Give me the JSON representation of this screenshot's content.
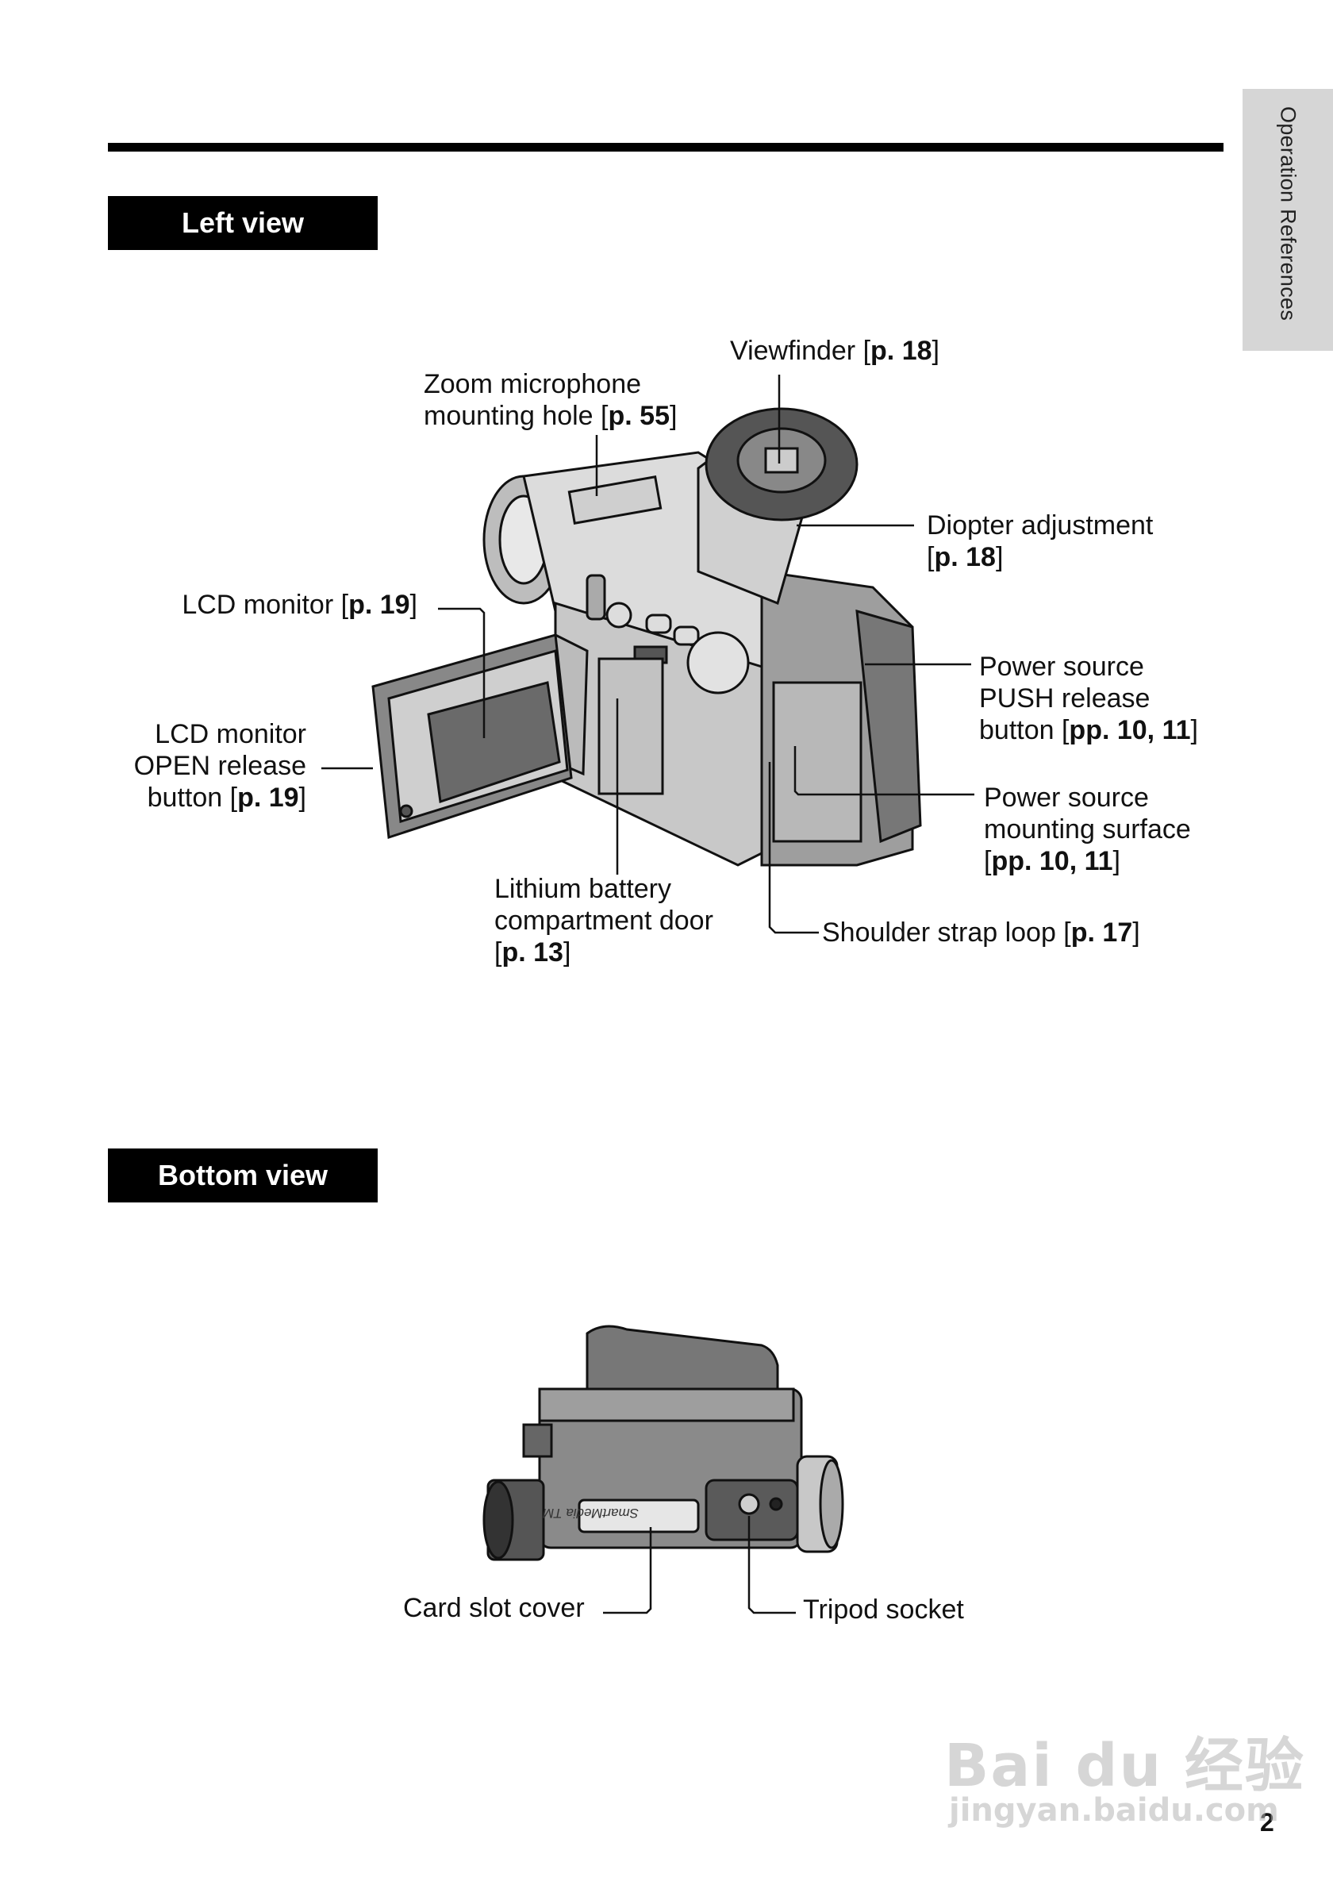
{
  "side_tab": "Operation References",
  "sections": {
    "left_view": "Left view",
    "bottom_view": "Bottom view"
  },
  "left_callouts": {
    "viewfinder": {
      "label": "Viewfinder [",
      "ref": "p. 18",
      "end": "]"
    },
    "zoom_mic_line1": "Zoom microphone",
    "zoom_mic_line2": {
      "label": "mounting hole [",
      "ref": "p. 55",
      "end": "]"
    },
    "diopter_line1": "Diopter adjustment",
    "diopter_line2": {
      "label": "[",
      "ref": "p. 18",
      "end": "]"
    },
    "lcd_monitor": {
      "label": "LCD monitor [",
      "ref": "p. 19",
      "end": "]"
    },
    "power_push_line1": "Power source",
    "power_push_line2": "PUSH release",
    "power_push_line3": {
      "label": "button [",
      "ref": "pp. 10, 11",
      "end": "]"
    },
    "lcd_open_line1": "LCD monitor",
    "lcd_open_line2": "OPEN release",
    "lcd_open_line3": {
      "label": "button [",
      "ref": "p. 19",
      "end": "]"
    },
    "power_mount_line1": "Power source",
    "power_mount_line2": "mounting surface",
    "power_mount_line3": {
      "label": "[",
      "ref": "pp. 10, 11",
      "end": "]"
    },
    "lithium_line1": "Lithium battery",
    "lithium_line2": "compartment door",
    "lithium_line3": {
      "label": "[",
      "ref": "p. 13",
      "end": "]"
    },
    "strap": {
      "label": "Shoulder strap loop [",
      "ref": "p. 17",
      "end": "]"
    }
  },
  "bottom_callouts": {
    "card_slot": "Card slot cover",
    "tripod": "Tripod  socket",
    "card_brand": "SmartMedia",
    "card_tm": "TM"
  },
  "page_number": "2",
  "watermark": {
    "text": "Bai du 经验",
    "url": "jingyan.baidu.com"
  }
}
